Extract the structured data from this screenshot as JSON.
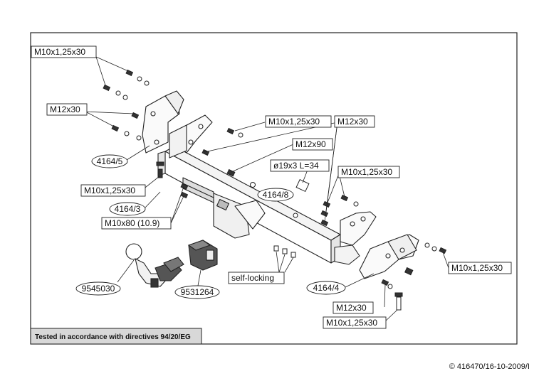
{
  "labels": {
    "bolt_top_left": "M10x1,25x30",
    "bolt_left_m12": "M12x30",
    "bolt_mid_top": "M10x1,25x30",
    "bolt_right_m12_top": "M12x30",
    "bolt_m12x90": "M12x90",
    "washer_spec": "ø19x3 L=34",
    "part_4164_8": "4164/8",
    "bolt_right_top": "M10x1,25x30",
    "part_4164_5": "4164/5",
    "bolt_left_bottom": "M10x1,25x30",
    "part_4164_3": "4164/3",
    "bolt_m10x80": "M10x80 (10.9)",
    "self_locking": "self-locking",
    "part_4164_4": "4164/4",
    "bolt_right_far": "M10x1,25x30",
    "bolt_bottom_m12": "M12x30",
    "bolt_bottom": "M10x1,25x30",
    "part_9545030": "9545030",
    "part_9531264": "9531264"
  },
  "footer": {
    "note": "Tested in accordance with directives 94/20/EG",
    "copyright": "© 416470/16-10-2009/I"
  }
}
